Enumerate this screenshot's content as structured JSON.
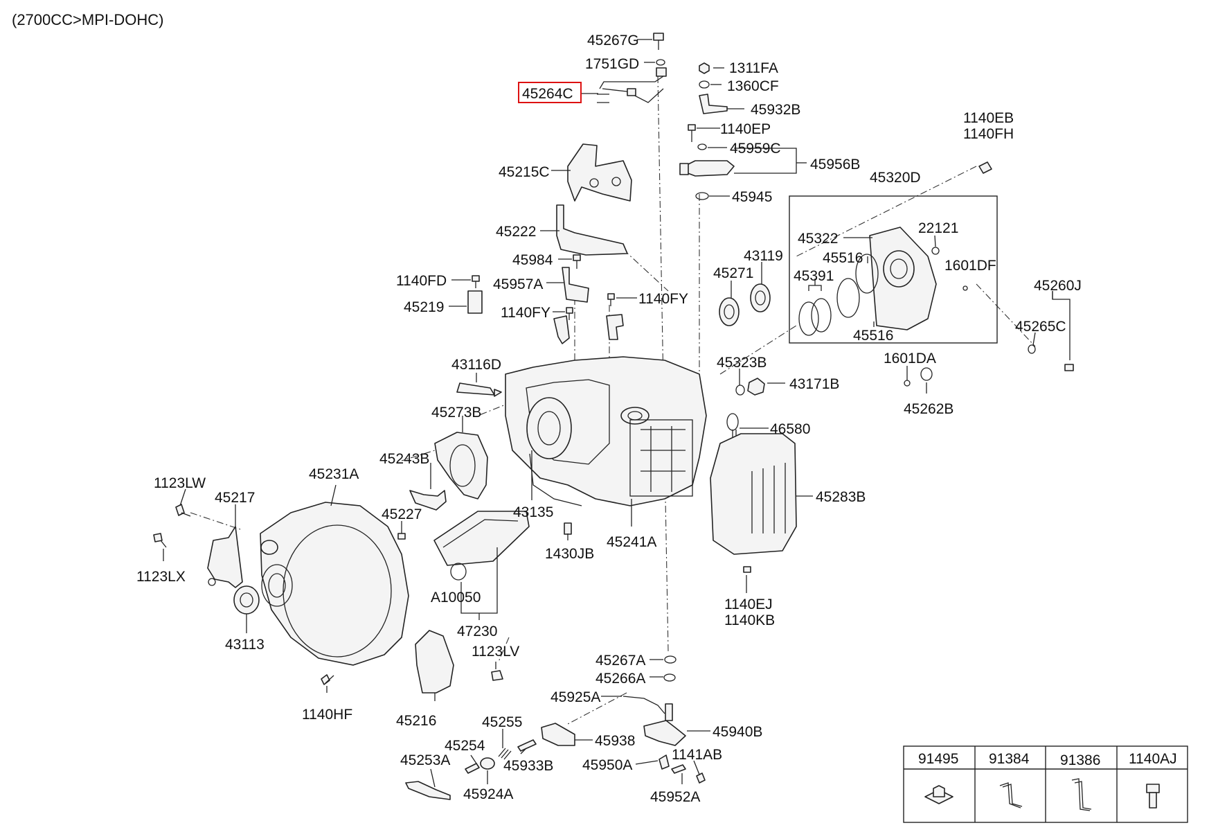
{
  "header": {
    "engine_spec": "(2700CC>MPI-DOHC)"
  },
  "highlighted_part": "45264C",
  "accent_color": "#dd1111",
  "labels": {
    "p45267G": "45267G",
    "p1751GD": "1751GD",
    "p45264C": "45264C",
    "p1311FA": "1311FA",
    "p1360CF": "1360CF",
    "p45932B": "45932B",
    "p1140EP": "1140EP",
    "p45959C": "45959C",
    "p45956B": "45956B",
    "p45945": "45945",
    "p1140EB": "1140EB",
    "p1140FH": "1140FH",
    "p45320D": "45320D",
    "p45215C": "45215C",
    "p45222": "45222",
    "p45984": "45984",
    "p1140FD": "1140FD",
    "p45957A": "45957A",
    "p45219": "45219",
    "p1140FY_r": "1140FY",
    "p1140FY_l": "1140FY",
    "p45271": "45271",
    "p43119": "43119",
    "p45322": "45322",
    "p22121": "22121",
    "p45516_a": "45516",
    "p45391": "45391",
    "p1601DF": "1601DF",
    "p45516_b": "45516",
    "p45260J": "45260J",
    "p45265C": "45265C",
    "p43116D": "43116D",
    "p45323B": "45323B",
    "p43171B": "43171B",
    "p1601DA": "1601DA",
    "p45262B": "45262B",
    "p45273B": "45273B",
    "p46580": "46580",
    "p45243B": "45243B",
    "p1123LW": "1123LW",
    "p45217": "45217",
    "p45231A": "45231A",
    "p45227": "45227",
    "p43135": "43135",
    "p45283B": "45283B",
    "p1123LX": "1123LX",
    "p45241A": "45241A",
    "p1430JB": "1430JB",
    "pA10050": "A10050",
    "p1140EJ": "1140EJ",
    "p1140KB": "1140KB",
    "p43113": "43113",
    "p47230": "47230",
    "p1123LV": "1123LV",
    "p45267A": "45267A",
    "p45266A": "45266A",
    "p45925A": "45925A",
    "p1140HF": "1140HF",
    "p45216": "45216",
    "p45255": "45255",
    "p45940B": "45940B",
    "p45938": "45938",
    "p45254": "45254",
    "p1141AB": "1141AB",
    "p45253A": "45253A",
    "p45933B": "45933B",
    "p45950A": "45950A",
    "p45924A": "45924A",
    "p45952A": "45952A"
  },
  "legend_table": {
    "headers": [
      "91495",
      "91384",
      "91386",
      "1140AJ"
    ],
    "icons": [
      "bracket-clip-icon",
      "z-bracket-icon",
      "long-bracket-icon",
      "bolt-icon"
    ]
  }
}
